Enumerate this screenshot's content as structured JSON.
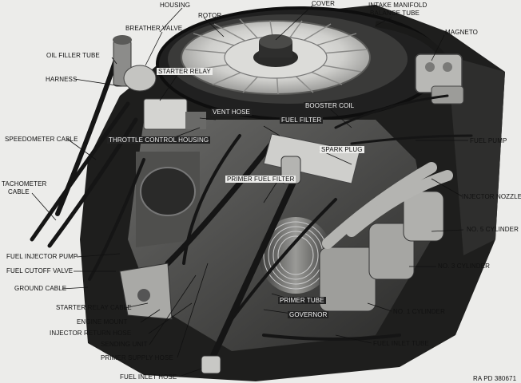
{
  "figure_id": "RA PD 380671",
  "labels": {
    "housing": "HOUSING",
    "cover": "COVER",
    "intake_manifold": "INTAKE MANIFOLD",
    "balance_tube": "BALANCE TUBE",
    "breather_valve": "BREATHER VALVE",
    "rotor": "ROTOR",
    "magneto": "MAGNETO",
    "oil_filler_tube": "OIL FILLER TUBE",
    "harness": "HARNESS",
    "starter_relay": "STARTER RELAY",
    "booster_coil": "BOOSTER COIL",
    "vent_hose": "VENT HOSE",
    "fuel_filter": "FUEL FILTER",
    "speedometer_cable": "SPEEDOMETER CABLE",
    "throttle_control_housing": "THROTTLE CONTROL HOUSING",
    "fuel_pump": "FUEL PUMP",
    "spark_plug": "SPARK PLUG",
    "tachometer": "TACHOMETER",
    "cable": "CABLE",
    "primer_fuel_filter": "PRIMER FUEL FILTER",
    "injector_nozzle": "INJECTOR NOZZLE",
    "no5_cylinder": "NO. 5 CYLINDER",
    "fuel_injector_pump": "FUEL INJECTOR PUMP",
    "no3_cylinder": "NO. 3 CYLINDER",
    "fuel_cutoff_valve": "FUEL CUTOFF VALVE",
    "ground_cable": "GROUND CABLE",
    "primer_tube": "PRIMER TUBE",
    "starter_relay_cable": "STARTER RELAY CABLE",
    "no1_cylinder": "NO. 1 CYLINDER",
    "engine_mount": "ENGINE MOUNT",
    "governor": "GOVERNOR",
    "injector_return_hose": "INJECTOR RETURN HOSE",
    "fuel_inlet_tube": "FUEL INLET TUBE",
    "sending_unit": "SENDING UNIT",
    "primer_supply_hose": "PRIMER SUPPLY HOSE",
    "fuel_inlet_hose": "FUEL INLET HOSE"
  }
}
